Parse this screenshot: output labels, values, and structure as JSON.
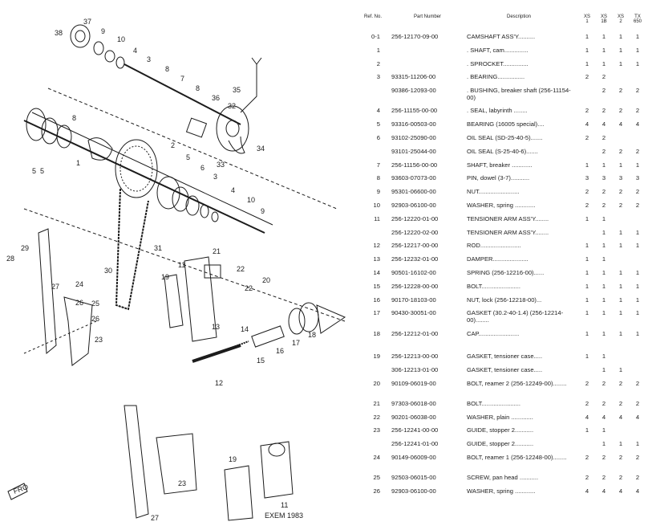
{
  "table": {
    "headers": {
      "ref": "Ref. No.",
      "part": "Part Number",
      "desc": "Description",
      "q": [
        "XS 1",
        "XS 1B",
        "XS 2",
        "TX 650"
      ]
    },
    "rows": [
      {
        "ref": "0-1",
        "part": "256-12170-09-00",
        "desc": "CAMSHAFT ASS'Y..........",
        "q": [
          "1",
          "1",
          "1",
          "1"
        ],
        "h": 2
      },
      {
        "ref": "1",
        "part": "",
        "desc": ". SHAFT, cam..............",
        "q": [
          "1",
          "1",
          "1",
          "1"
        ],
        "h": 2
      },
      {
        "ref": "2",
        "part": "",
        "desc": ". SPROCKET...............",
        "q": [
          "1",
          "1",
          "1",
          "1"
        ],
        "h": 2
      },
      {
        "ref": "3",
        "part": "93315-11206-00",
        "desc": ". BEARING................",
        "q": [
          "2",
          "2",
          "",
          ""
        ],
        "h": 2
      },
      {
        "ref": "",
        "part": "90386-12093-00",
        "desc": ". BUSHING, breaker shaft (256-11154-00)",
        "q": [
          "",
          "2",
          "2",
          "2"
        ],
        "h": 3
      },
      {
        "ref": "4",
        "part": "256-11155-00-00",
        "desc": ". SEAL, labyrinth ........",
        "q": [
          "2",
          "2",
          "2",
          "2"
        ],
        "h": 2
      },
      {
        "ref": "5",
        "part": "93316-00503-00",
        "desc": "BEARING (16005 special)....",
        "q": [
          "4",
          "4",
          "4",
          "4"
        ],
        "h": 2
      },
      {
        "ref": "6",
        "part": "93102-25090-00",
        "desc": "OIL SEAL (SD-25-40-5).......",
        "q": [
          "2",
          "2",
          "",
          ""
        ],
        "h": 2
      },
      {
        "ref": "",
        "part": "93101-25044-00",
        "desc": "OIL SEAL (S-25-40-6).......",
        "q": [
          "",
          "2",
          "2",
          "2"
        ],
        "h": 2
      },
      {
        "ref": "7",
        "part": "256-11156-00-00",
        "desc": "SHAFT, breaker ............",
        "q": [
          "1",
          "1",
          "1",
          "1"
        ],
        "h": 2
      },
      {
        "ref": "8",
        "part": "93603-07073-00",
        "desc": "PIN, dowel (3-7)...........",
        "q": [
          "3",
          "3",
          "3",
          "3"
        ],
        "h": 2
      },
      {
        "ref": "9",
        "part": "95301-06600-00",
        "desc": "NUT........................",
        "q": [
          "2",
          "2",
          "2",
          "2"
        ],
        "h": 2
      },
      {
        "ref": "10",
        "part": "92903-06100-00",
        "desc": "WASHER, spring ............",
        "q": [
          "2",
          "2",
          "2",
          "2"
        ],
        "h": 2
      },
      {
        "ref": "11",
        "part": "256-12220-01-00",
        "desc": "TENSIONER ARM ASS'Y........",
        "q": [
          "1",
          "1",
          "",
          ""
        ],
        "h": 2
      },
      {
        "ref": "",
        "part": "256-12220-02-00",
        "desc": "TENSIONER ARM ASS'Y........",
        "q": [
          "",
          "1",
          "1",
          "1"
        ],
        "h": 2
      },
      {
        "ref": "12",
        "part": "256-12217-00-00",
        "desc": "ROD........................",
        "q": [
          "1",
          "1",
          "1",
          "1"
        ],
        "h": 2
      },
      {
        "ref": "13",
        "part": "256-12232-01-00",
        "desc": "DAMPER.....................",
        "q": [
          "1",
          "1",
          "",
          ""
        ],
        "h": 2
      },
      {
        "ref": "14",
        "part": "90501-16102-00",
        "desc": "SPRING (256-12216-00)......",
        "q": [
          "1",
          "1",
          "1",
          "1"
        ],
        "h": 2
      },
      {
        "ref": "15",
        "part": "256-12228-00-00",
        "desc": "BOLT.......................",
        "q": [
          "1",
          "1",
          "1",
          "1"
        ],
        "h": 2
      },
      {
        "ref": "16",
        "part": "90170-18103-00",
        "desc": "NUT, lock (256-12218-00)...",
        "q": [
          "1",
          "1",
          "1",
          "1"
        ],
        "h": 2
      },
      {
        "ref": "17",
        "part": "90430-30051-00",
        "desc": "GASKET (30.2-40-1.4) (256-12214-00)........",
        "q": [
          "1",
          "1",
          "1",
          "1"
        ],
        "h": 3
      },
      {
        "ref": "18",
        "part": "256-12212-01-00",
        "desc": "CAP........................",
        "q": [
          "1",
          "1",
          "1",
          "1"
        ],
        "h": 3.4
      },
      {
        "ref": "19",
        "part": "256-12213-00-00",
        "desc": "GASKET, tensioner case.....",
        "q": [
          "1",
          "1",
          "",
          ""
        ],
        "h": 2
      },
      {
        "ref": "",
        "part": "306-12213-01-00",
        "desc": "GASKET, tensioner case.....",
        "q": [
          "",
          "1",
          "1",
          ""
        ],
        "h": 2
      },
      {
        "ref": "20",
        "part": "90109-06019-00",
        "desc": "BOLT, reamer 2 (256-12249-00)........",
        "q": [
          "2",
          "2",
          "2",
          "2"
        ],
        "h": 3
      },
      {
        "ref": "21",
        "part": "97303-06018-00",
        "desc": "BOLT.......................",
        "q": [
          "2",
          "2",
          "2",
          "2"
        ],
        "h": 2
      },
      {
        "ref": "22",
        "part": "90201-06038-00",
        "desc": "WASHER, plain .............",
        "q": [
          "4",
          "4",
          "4",
          "4"
        ],
        "h": 2
      },
      {
        "ref": "23",
        "part": "256-12241-00-00",
        "desc": "GUIDE, stopper 2...........",
        "q": [
          "1",
          "1",
          "",
          ""
        ],
        "h": 2
      },
      {
        "ref": "",
        "part": "256-12241-01-00",
        "desc": "GUIDE, stopper 2...........",
        "q": [
          "",
          "1",
          "1",
          "1"
        ],
        "h": 2
      },
      {
        "ref": "24",
        "part": "90149-06009-00",
        "desc": "BOLT, reamer 1 (256-12248-00)........",
        "q": [
          "2",
          "2",
          "2",
          "2"
        ],
        "h": 3
      },
      {
        "ref": "25",
        "part": "92503-06015-00",
        "desc": "SCREW, pan head ...........",
        "q": [
          "2",
          "2",
          "2",
          "2"
        ],
        "h": 2
      },
      {
        "ref": "26",
        "part": "92903-06100-00",
        "desc": "WASHER, spring ............",
        "q": [
          "4",
          "4",
          "4",
          "4"
        ],
        "h": 2
      }
    ]
  },
  "diagram": {
    "callouts": [
      "37",
      "38",
      "9",
      "10",
      "4",
      "3",
      "8",
      "7",
      "8",
      "36",
      "32",
      "35",
      "34",
      "33",
      "8",
      "5",
      "5",
      "1",
      "2",
      "5",
      "6",
      "3",
      "4",
      "10",
      "9",
      "29",
      "28",
      "27",
      "24",
      "26",
      "25",
      "26",
      "23",
      "31",
      "30",
      "21",
      "22",
      "22",
      "20",
      "19",
      "11",
      "13",
      "14",
      "15",
      "16",
      "17",
      "18",
      "12",
      "19",
      "27",
      "23",
      "11"
    ],
    "footer_label": "EXEM 1983",
    "arrow_label": "FRO"
  }
}
